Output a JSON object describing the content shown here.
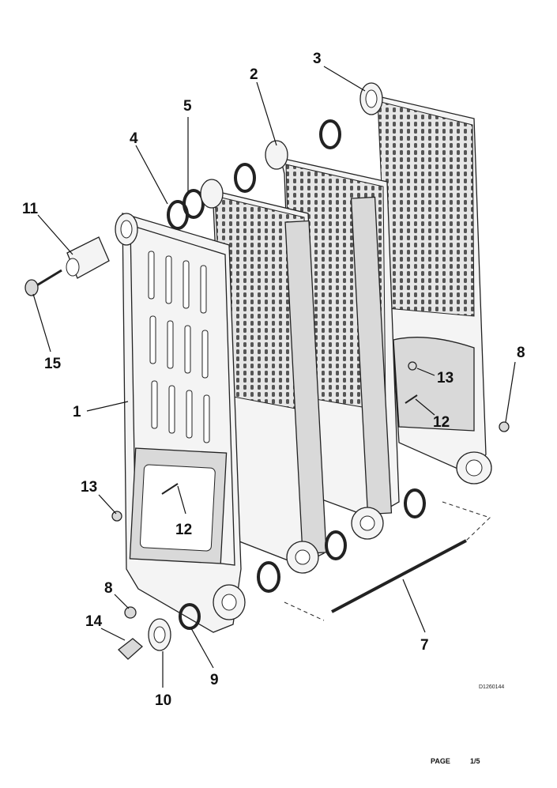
{
  "callouts": {
    "c1": "1",
    "c2": "2",
    "c3": "3",
    "c4": "4",
    "c5": "5",
    "c7": "7",
    "c8a": "8",
    "c8b": "8",
    "c9": "9",
    "c10": "10",
    "c11": "11",
    "c12a": "12",
    "c12b": "12",
    "c13a": "13",
    "c13b": "13",
    "c14": "14",
    "c15": "15"
  },
  "drawing_ref": "D1260144",
  "footer": {
    "page_label": "PAGE",
    "page_value": "1/5"
  }
}
